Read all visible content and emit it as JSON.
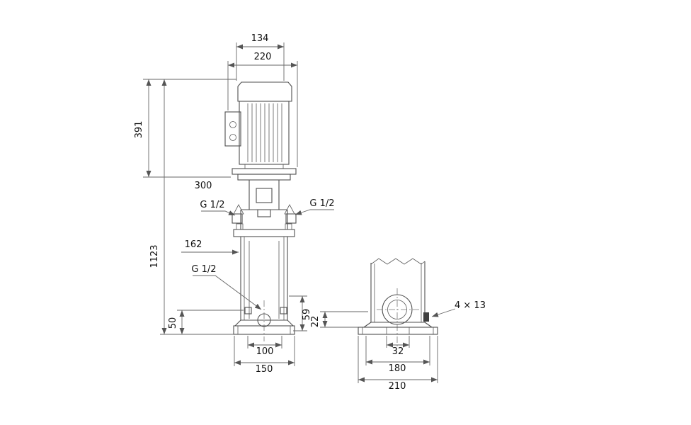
{
  "drawing": {
    "front": {
      "dim_134": "134",
      "dim_220": "220",
      "dim_391": "391",
      "dim_300": "300",
      "dim_1123": "1123",
      "dim_162": "162",
      "port_left_label": "G 1/2",
      "port_right_label": "G 1/2",
      "drain_label": "G 1/2",
      "dim_50": "50",
      "dim_59": "59",
      "dim_100": "100",
      "dim_150": "150"
    },
    "side": {
      "dim_22": "22",
      "dim_32": "32",
      "dim_180": "180",
      "dim_210": "210",
      "bolt_note": "4 × 13"
    },
    "colors": {
      "line": "#4f4f4f",
      "dimension": "#666666",
      "text": "#111111",
      "background": "#ffffff"
    }
  }
}
